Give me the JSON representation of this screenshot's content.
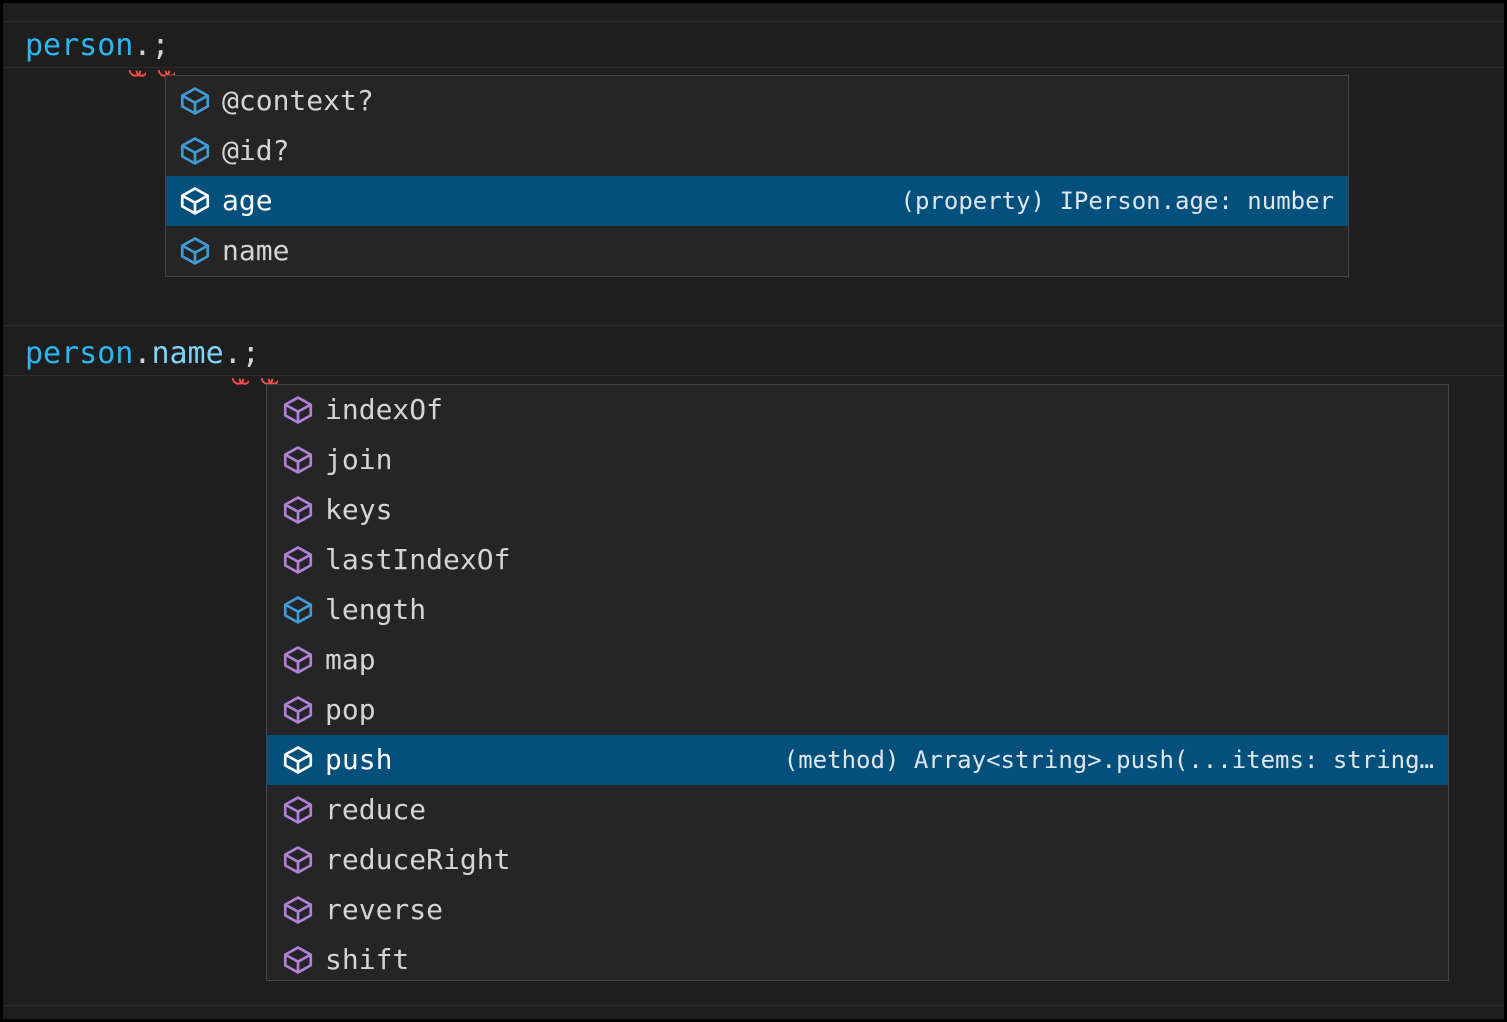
{
  "editor": {
    "theme": "dark-plus",
    "background": "#1e1e1e",
    "foreground": "#d4d4d4",
    "identifier_color": "#29b8f5",
    "property_color": "#7fd4f7",
    "error_squiggle_color": "#f14c4c",
    "lines": [
      {
        "id": "line-1",
        "tokens": [
          {
            "text": "person",
            "kind": "identifier"
          },
          {
            "text": ".",
            "kind": "punctuation"
          },
          {
            "text": ";",
            "kind": "punctuation"
          }
        ],
        "plain": "person.;",
        "has_error": true
      },
      {
        "id": "line-2",
        "tokens": [
          {
            "text": "person",
            "kind": "identifier"
          },
          {
            "text": ".",
            "kind": "punctuation"
          },
          {
            "text": "name",
            "kind": "property"
          },
          {
            "text": ".",
            "kind": "punctuation"
          },
          {
            "text": ";",
            "kind": "punctuation"
          }
        ],
        "plain": "person.name.;",
        "has_error": true
      }
    ]
  },
  "suggest_widgets": [
    {
      "id": "popup-properties",
      "name": "completion-list-person",
      "selection_color": "#04507c",
      "items": [
        {
          "label": "@context?",
          "icon": "property-cube-icon",
          "icon_color": "#3e9bd6",
          "kind": "property",
          "selected": false,
          "detail": ""
        },
        {
          "label": "@id?",
          "icon": "property-cube-icon",
          "icon_color": "#3e9bd6",
          "kind": "property",
          "selected": false,
          "detail": ""
        },
        {
          "label": "age",
          "icon": "property-cube-icon",
          "icon_color": "#ffffff",
          "kind": "property",
          "selected": true,
          "detail": "(property) IPerson.age: number"
        },
        {
          "label": "name",
          "icon": "property-cube-icon",
          "icon_color": "#3e9bd6",
          "kind": "property",
          "selected": false,
          "detail": ""
        }
      ]
    },
    {
      "id": "popup-members",
      "name": "completion-list-person-name",
      "selection_color": "#04507c",
      "items": [
        {
          "label": "indexOf",
          "icon": "method-cube-icon",
          "icon_color": "#b180d7",
          "kind": "method",
          "selected": false,
          "detail": ""
        },
        {
          "label": "join",
          "icon": "method-cube-icon",
          "icon_color": "#b180d7",
          "kind": "method",
          "selected": false,
          "detail": ""
        },
        {
          "label": "keys",
          "icon": "method-cube-icon",
          "icon_color": "#b180d7",
          "kind": "method",
          "selected": false,
          "detail": ""
        },
        {
          "label": "lastIndexOf",
          "icon": "method-cube-icon",
          "icon_color": "#b180d7",
          "kind": "method",
          "selected": false,
          "detail": ""
        },
        {
          "label": "length",
          "icon": "property-cube-icon",
          "icon_color": "#3e9bd6",
          "kind": "property",
          "selected": false,
          "detail": ""
        },
        {
          "label": "map",
          "icon": "method-cube-icon",
          "icon_color": "#b180d7",
          "kind": "method",
          "selected": false,
          "detail": ""
        },
        {
          "label": "pop",
          "icon": "method-cube-icon",
          "icon_color": "#b180d7",
          "kind": "method",
          "selected": false,
          "detail": ""
        },
        {
          "label": "push",
          "icon": "method-cube-icon",
          "icon_color": "#ffffff",
          "kind": "method",
          "selected": true,
          "detail": "(method) Array<string>.push(...items: string…"
        },
        {
          "label": "reduce",
          "icon": "method-cube-icon",
          "icon_color": "#b180d7",
          "kind": "method",
          "selected": false,
          "detail": ""
        },
        {
          "label": "reduceRight",
          "icon": "method-cube-icon",
          "icon_color": "#b180d7",
          "kind": "method",
          "selected": false,
          "detail": ""
        },
        {
          "label": "reverse",
          "icon": "method-cube-icon",
          "icon_color": "#b180d7",
          "kind": "method",
          "selected": false,
          "detail": ""
        },
        {
          "label": "shift",
          "icon": "method-cube-icon",
          "icon_color": "#b180d7",
          "kind": "method",
          "selected": false,
          "detail": ""
        }
      ]
    }
  ]
}
